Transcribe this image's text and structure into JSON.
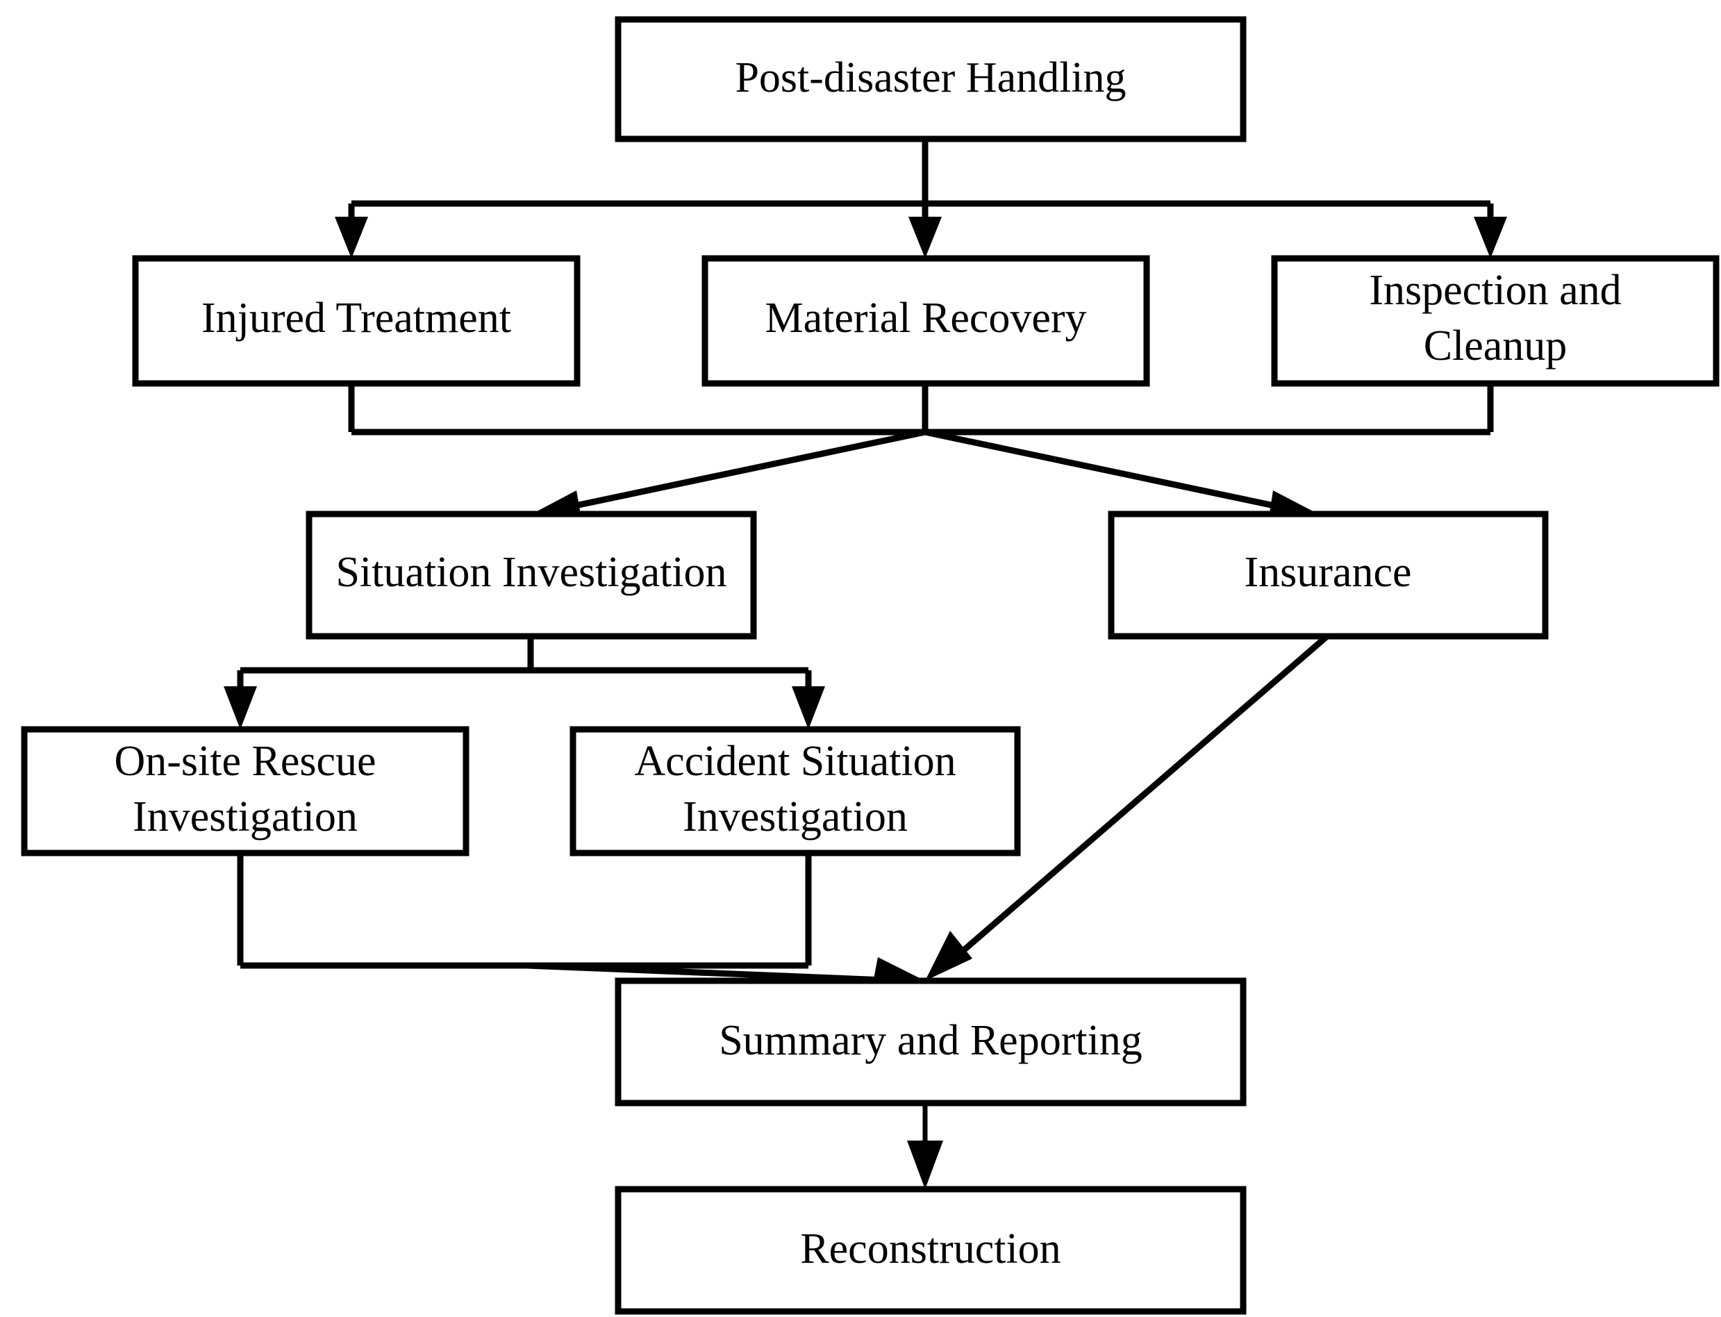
{
  "diagram": {
    "title": "Post-disaster Handling",
    "type": "flowchart",
    "orientation": "top-down",
    "background_color": "#ffffff",
    "line_color": "#000000",
    "box_fill_color": "#ffffff",
    "nodes": {
      "root": {
        "label": "Post-disaster Handling"
      },
      "injured_treatment": {
        "label": "Injured Treatment"
      },
      "material_recovery": {
        "label": "Material Recovery"
      },
      "inspection_cleanup_line1": {
        "label": "Inspection and"
      },
      "inspection_cleanup_line2": {
        "label": "Cleanup"
      },
      "situation_investigation": {
        "label": "Situation Investigation"
      },
      "insurance": {
        "label": "Insurance"
      },
      "onsite_rescue_line1": {
        "label": "On-site Rescue"
      },
      "onsite_rescue_line2": {
        "label": "Investigation"
      },
      "accident_situation_line1": {
        "label": "Accident Situation"
      },
      "accident_situation_line2": {
        "label": "Investigation"
      },
      "summary_reporting": {
        "label": "Summary and Reporting"
      },
      "reconstruction": {
        "label": "Reconstruction"
      }
    }
  }
}
